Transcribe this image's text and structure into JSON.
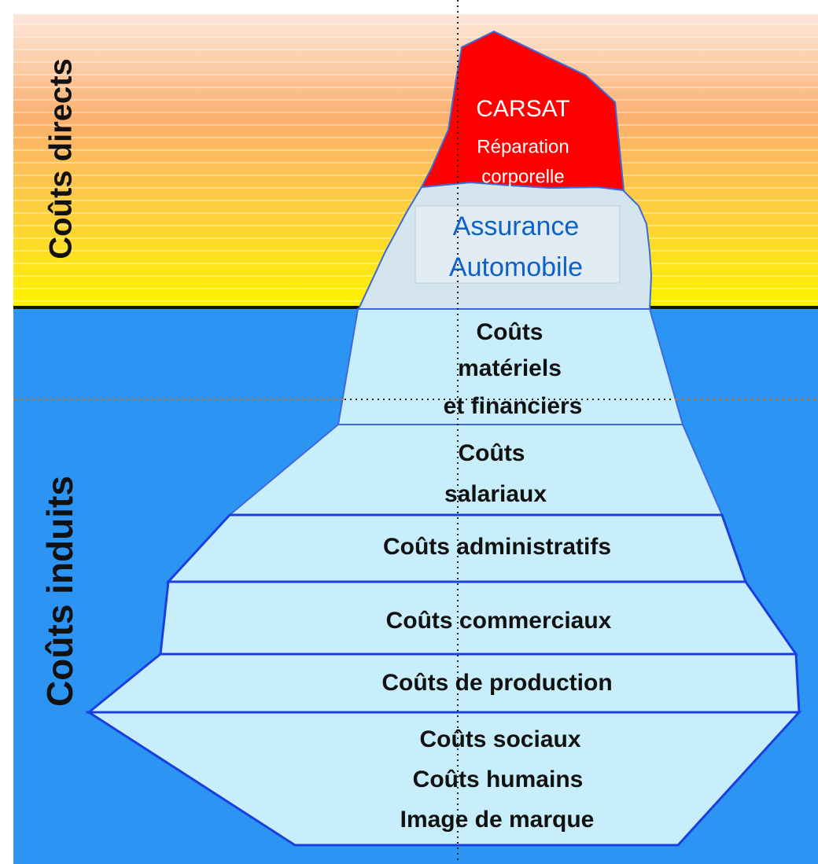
{
  "diagram": {
    "side_labels": {
      "direct": "Coûts directs",
      "induced": "Coûts induits"
    },
    "tip": {
      "title": "CARSAT",
      "subtitle_line1": "Réparation",
      "subtitle_line2": "corporelle"
    },
    "above_water": {
      "line1": "Assurance",
      "line2": "Automobile"
    },
    "layers": {
      "material_line1": "Coûts",
      "material_line2": "matériels",
      "material_line3": "et financiers",
      "salary_line1": "Coûts",
      "salary_line2": "salariaux",
      "administrative": "Coûts administratifs",
      "commercial": "Coûts commerciaux",
      "production": "Coûts de production",
      "bottom_line1": "Coûts sociaux",
      "bottom_line2": "Coûts humains",
      "bottom_line3": "Image de marque"
    },
    "colors": {
      "tip_red": "#ff0000",
      "ice": "#c8eefb",
      "ice_above": "#d7e6ee",
      "water": "#2c95f3",
      "sky_top": "#fde6d6",
      "sky_mid": "#fbb06a",
      "sky_bottom": "#fff000",
      "edge_blue": "#1a3fe0",
      "text_dark": "#111111",
      "text_blue": "#1060c8",
      "text_white": "#ffffff"
    }
  }
}
